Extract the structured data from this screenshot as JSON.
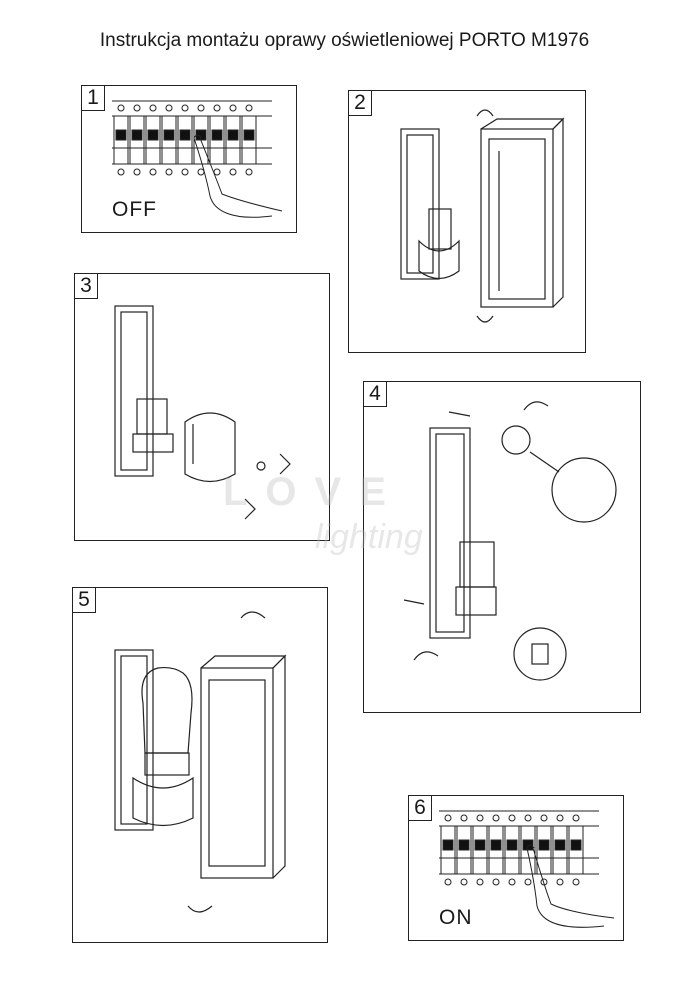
{
  "title": "Instrukcja montażu oprawy oświetleniowej PORTO M1976",
  "steps": [
    {
      "number": "1",
      "label": "OFF"
    },
    {
      "number": "2",
      "label": ""
    },
    {
      "number": "3",
      "label": ""
    },
    {
      "number": "4",
      "label": ""
    },
    {
      "number": "5",
      "label": ""
    },
    {
      "number": "6",
      "label": "ON"
    }
  ],
  "watermark": {
    "top": "LOVE",
    "bottom": "lighting"
  }
}
